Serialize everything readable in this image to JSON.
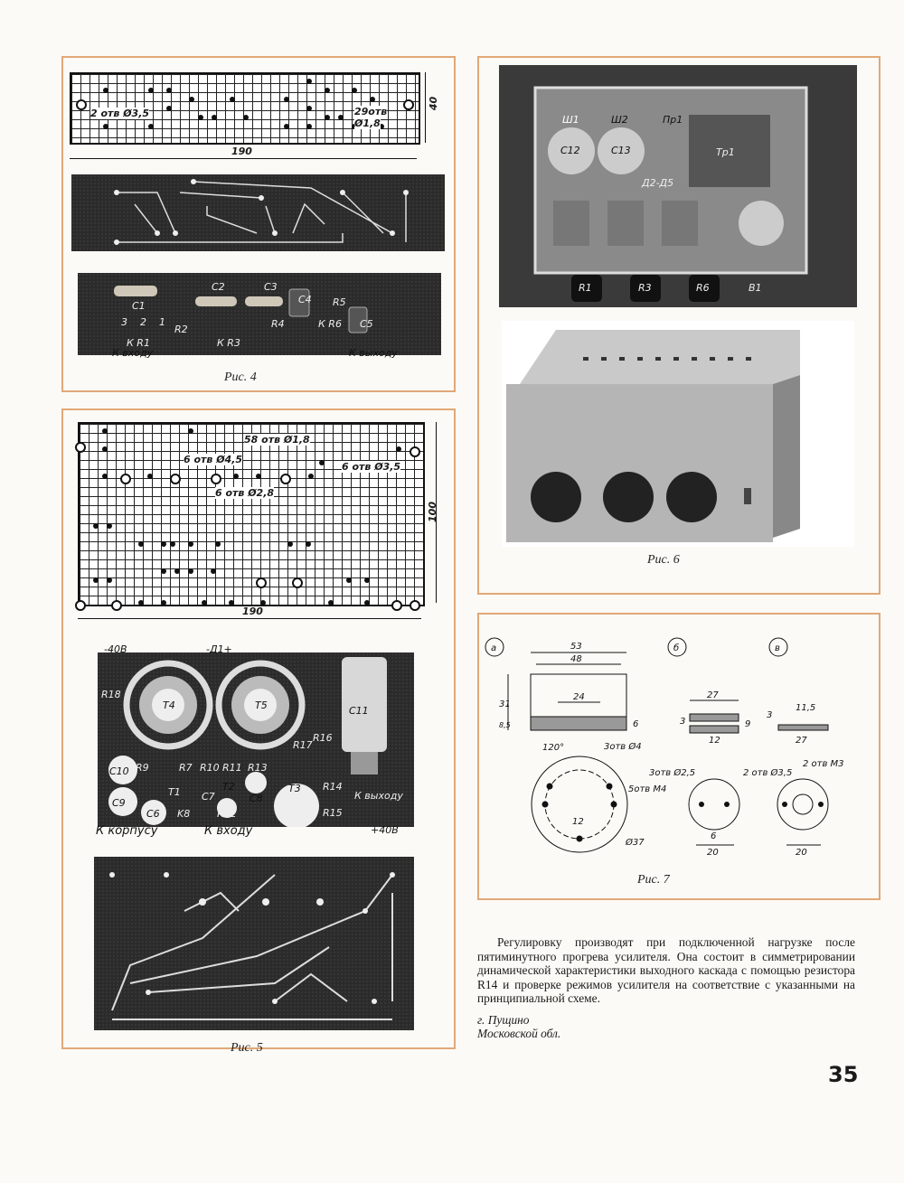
{
  "fig4": {
    "caption": "Рис. 4",
    "drawing": {
      "width_dim": "190",
      "height_dim": "40",
      "holes_left": "2 отв Ø3,5",
      "holes_right_1": "29отв",
      "holes_right_2": "Ø1,8"
    },
    "board_labels": [
      "C1",
      "C2",
      "C3",
      "C4",
      "C5",
      "R2",
      "R4",
      "R5",
      "К R1",
      "К R3",
      "К R6",
      "К входу",
      "К выходу",
      "3",
      "2",
      "1"
    ]
  },
  "fig5": {
    "caption": "Рис. 5",
    "drawing": {
      "width_dim": "190",
      "height_dim": "100",
      "holes_a": "58 отв Ø1,8",
      "holes_b": "6 отв Ø4,5",
      "holes_c": "6 отв Ø2,8",
      "holes_d": "6 отв Ø3,5"
    },
    "board_labels": {
      "minus40": "-40В",
      "d1": "-Д1+",
      "r18": "R18",
      "t4": "T4",
      "t5": "T5",
      "c11": "C11",
      "c10": "C10",
      "c9": "C9",
      "c6": "C6",
      "r9": "R9",
      "r7": "R7",
      "r10": "R10",
      "r11": "R11",
      "r13": "R13",
      "r16": "R16",
      "r17": "R17",
      "t1": "T1",
      "t2": "T2",
      "t3": "T3",
      "c7": "C7",
      "c8": "C8",
      "k8": "K8",
      "r12": "R12",
      "r14": "R14",
      "r15": "R15",
      "k_korpusu": "К корпусу",
      "k_vhodu": "К входу",
      "k_vyhodu": "К выходу",
      "plus40": "+40В"
    }
  },
  "fig6": {
    "caption": "Рис. 6",
    "photo_labels": [
      "Ш1",
      "Ш2",
      "Пр1",
      "C12",
      "C13",
      "Тр1",
      "Д2-Д5",
      "R1",
      "R3",
      "R6",
      "В1"
    ]
  },
  "fig7": {
    "caption": "Рис. 7",
    "a": {
      "tag": "а",
      "d53": "53",
      "d48": "48",
      "d31": "31",
      "d85": "8,5",
      "d24": "24",
      "d6": "6",
      "angle": "120°",
      "holes1": "3отв Ø4",
      "holes2": "5отв М4",
      "d12": "12",
      "d37": "Ø37"
    },
    "b": {
      "tag": "б",
      "d27": "27",
      "d3": "3",
      "d9": "9",
      "d12": "12",
      "holes1": "3отв Ø2,5",
      "holes2": "2 отв Ø3,5",
      "d6": "6",
      "d20": "20"
    },
    "v": {
      "tag": "в",
      "d115": "11,5",
      "d3": "3",
      "d27": "27",
      "holes": "2 отв М3",
      "d20": "20"
    }
  },
  "text": {
    "paragraph": "Регулировку производят при подключенной нагрузке после пятиминутного прогрева усилителя. Она состоит в симметрировании динамической характеристики выходного каскада с помощью резистора R14 и проверке режимов усилителя на соответствие с указанными на принципиальной схеме.",
    "city": "г. Пущино",
    "region": "Московской обл."
  },
  "page_number": "35"
}
